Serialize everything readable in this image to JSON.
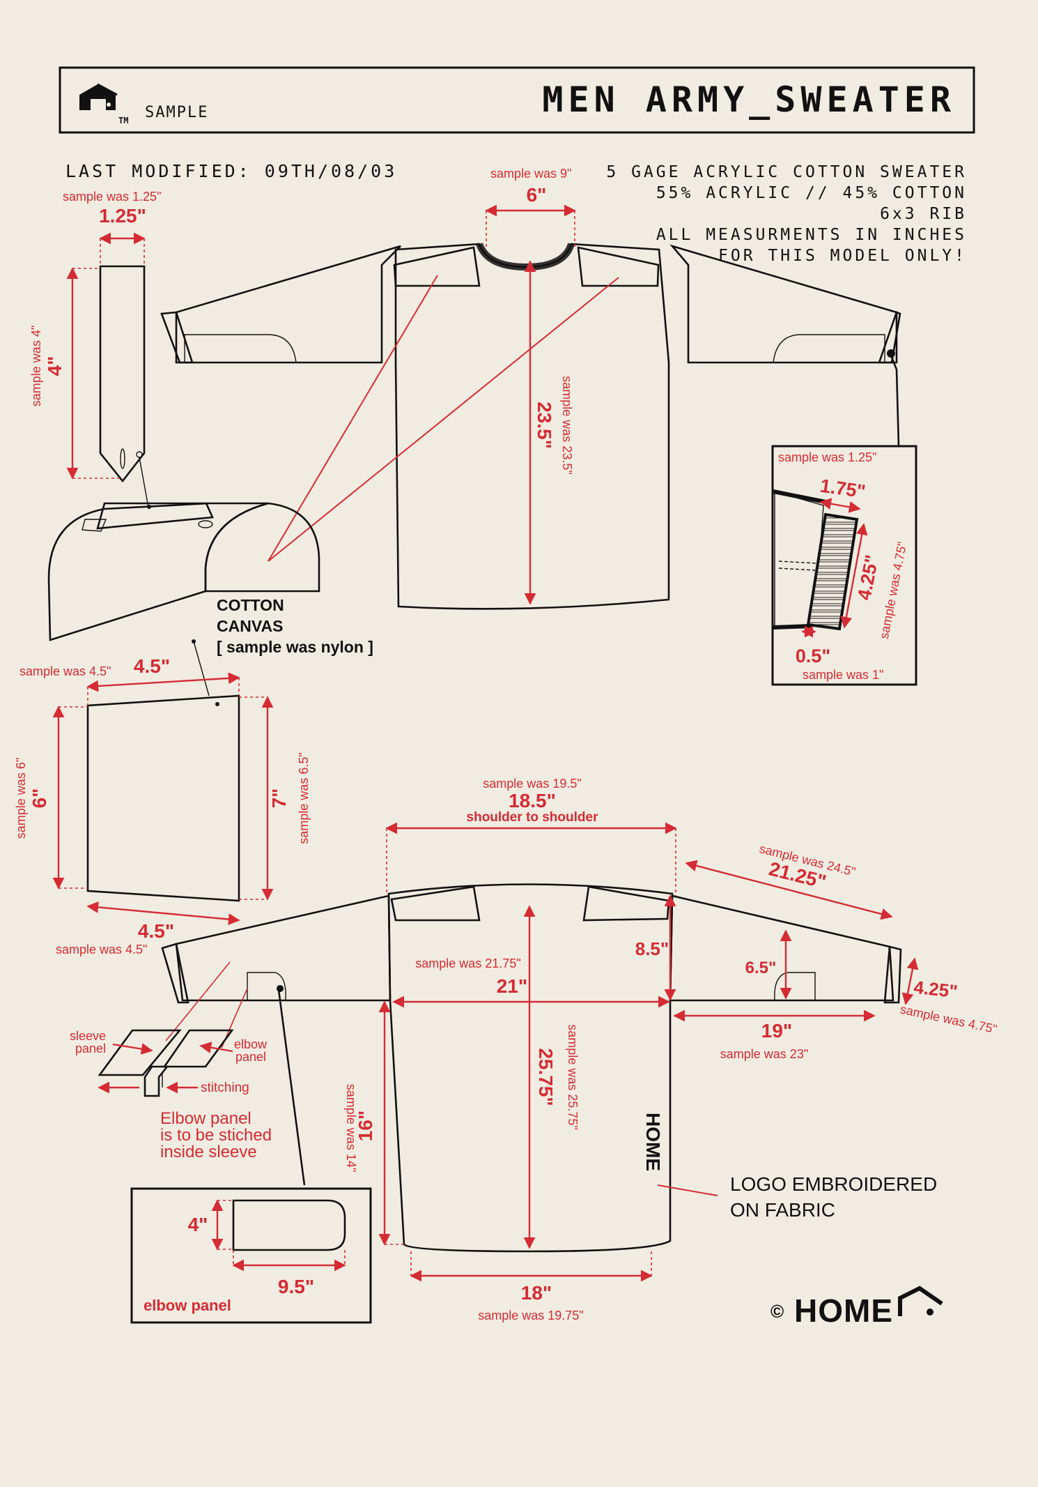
{
  "header": {
    "sample_label": "SAMPLE",
    "tm": "TM",
    "title": "MEN ARMY_SWEATER",
    "last_modified": "LAST MODIFIED: 09TH/08/03",
    "specs": [
      "5 GAGE ACRYLIC COTTON SWEATER",
      "55% ACRYLIC // 45% COTTON",
      "6x3 RIB",
      "ALL MEASURMENTS IN INCHES",
      "FOR THIS MODEL ONLY!"
    ]
  },
  "front": {
    "neck_value": "6\"",
    "neck_sample": "sample was 9\"",
    "body_value": "23.5\"",
    "body_sample": "sample was 23.5\""
  },
  "epaulette": {
    "width_value": "1.25\"",
    "width_sample": "sample was 1.25\"",
    "height_value": "4\"",
    "height_sample": "sample was 4\""
  },
  "material": {
    "line1": "COTTON",
    "line2": "CANVAS",
    "line3": "[ sample was nylon ]"
  },
  "patch": {
    "top_value": "4.5\"",
    "top_sample": "sample was 4.5\"",
    "left_value": "6\"",
    "left_sample": "sample was 6\"",
    "right_value": "7\"",
    "right_sample": "sample was 6.5\"",
    "bottom_value": "4.5\"",
    "bottom_sample": "sample was 4.5\""
  },
  "cuff": {
    "top_sample": "sample was 1.25\"",
    "top_value": "1.75\"",
    "side_value": "4.25\"",
    "side_sample": "sample was 4.75\"",
    "bottom_value": "0.5\"",
    "bottom_sample": "sample was 1\""
  },
  "back": {
    "shoulder_sample": "sample was 19.5\"",
    "shoulder_value": "18.5\"",
    "shoulder_label": "shoulder to shoulder",
    "sleeve_sample": "sample was 24.5\"",
    "sleeve_value": "21.25\"",
    "armhole_value": "8.5\"",
    "elbow_height_value": "6.5\"",
    "cuff_value": "4.25\"",
    "cuff_sample": "sample was 4.75\"",
    "chest_sample": "sample was 21.75\"",
    "chest_value": "21\"",
    "lower_sleeve_value": "19\"",
    "lower_sleeve_sample": "sample was 23\"",
    "length_value": "25.75\"",
    "length_sample": "sample was 25.75\"",
    "side_value": "16\"",
    "side_sample": "sample was 14\"",
    "hem_value": "18\"",
    "hem_sample": "sample was 19.75\""
  },
  "notes": {
    "sleeve_panel": [
      "sleeve",
      "panel"
    ],
    "elbow_panel": [
      "elbow",
      "panel"
    ],
    "stitching": "stitching",
    "instruction": [
      "Elbow panel",
      "is to be stiched",
      "inside sleeve"
    ],
    "logo_note": [
      "LOGO EMBROIDERED",
      "ON FABRIC"
    ]
  },
  "elbow_box": {
    "height_value": "4\"",
    "width_value": "9.5\"",
    "label": "elbow panel"
  },
  "brand": {
    "copyright": "©",
    "logo_text": "HOME",
    "sweater_logo": "HOME"
  }
}
